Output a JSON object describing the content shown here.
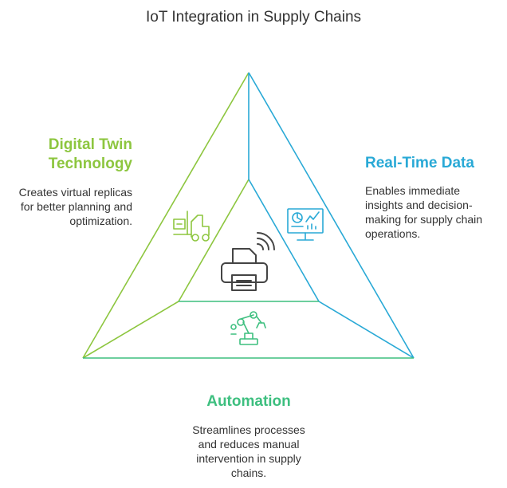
{
  "title": "IoT Integration in Supply Chains",
  "colors": {
    "green": "#8dc63f",
    "blue": "#29a9d6",
    "teal": "#3dbf7f",
    "icon_dark": "#444444"
  },
  "sections": {
    "digital_twin": {
      "heading_lines": [
        "Digital Twin",
        "Technology"
      ],
      "description_lines": [
        "Creates virtual replicas",
        "for better planning and",
        "optimization."
      ],
      "icon": "forklift-icon"
    },
    "real_time": {
      "heading_lines": [
        "Real-Time Data"
      ],
      "description_lines": [
        "Enables immediate",
        "insights and decision-",
        "making for supply chain",
        "operations."
      ],
      "icon": "monitor-analytics-icon"
    },
    "automation": {
      "heading_lines": [
        "Automation"
      ],
      "description_lines": [
        "Streamlines processes",
        "and reduces manual",
        "intervention in supply",
        "chains."
      ],
      "icon": "robotic-arm-icon"
    }
  },
  "center_icon": "wireless-printer-icon"
}
